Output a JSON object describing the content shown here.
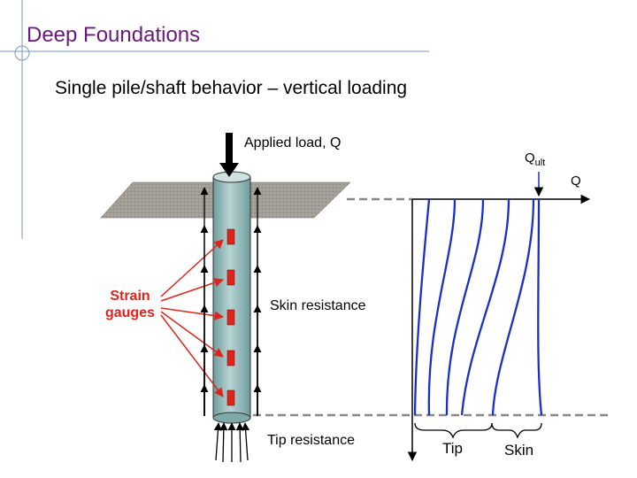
{
  "slide": {
    "title": "Deep Foundations",
    "subtitle": "Single pile/shaft behavior – vertical loading"
  },
  "diagram": {
    "applied_load_label": "Applied load, Q",
    "strain_gauges_label": "Strain gauges",
    "skin_resistance_label": "Skin resistance",
    "tip_resistance_label": "Tip resistance",
    "qult_main": "Q",
    "qult_sub": "ult",
    "q_axis_label": "Q",
    "tip_label": "Tip",
    "skin_label": "Skin",
    "strain_gauge_count": 5,
    "load_curve_count": 6
  },
  "colors": {
    "title": "#6a1a7a",
    "strain_label": "#e0241b",
    "gauge": "#e0241b",
    "curve": "#1a2fc8",
    "pile": "#8fb5b5",
    "ground": "#a39d97"
  }
}
